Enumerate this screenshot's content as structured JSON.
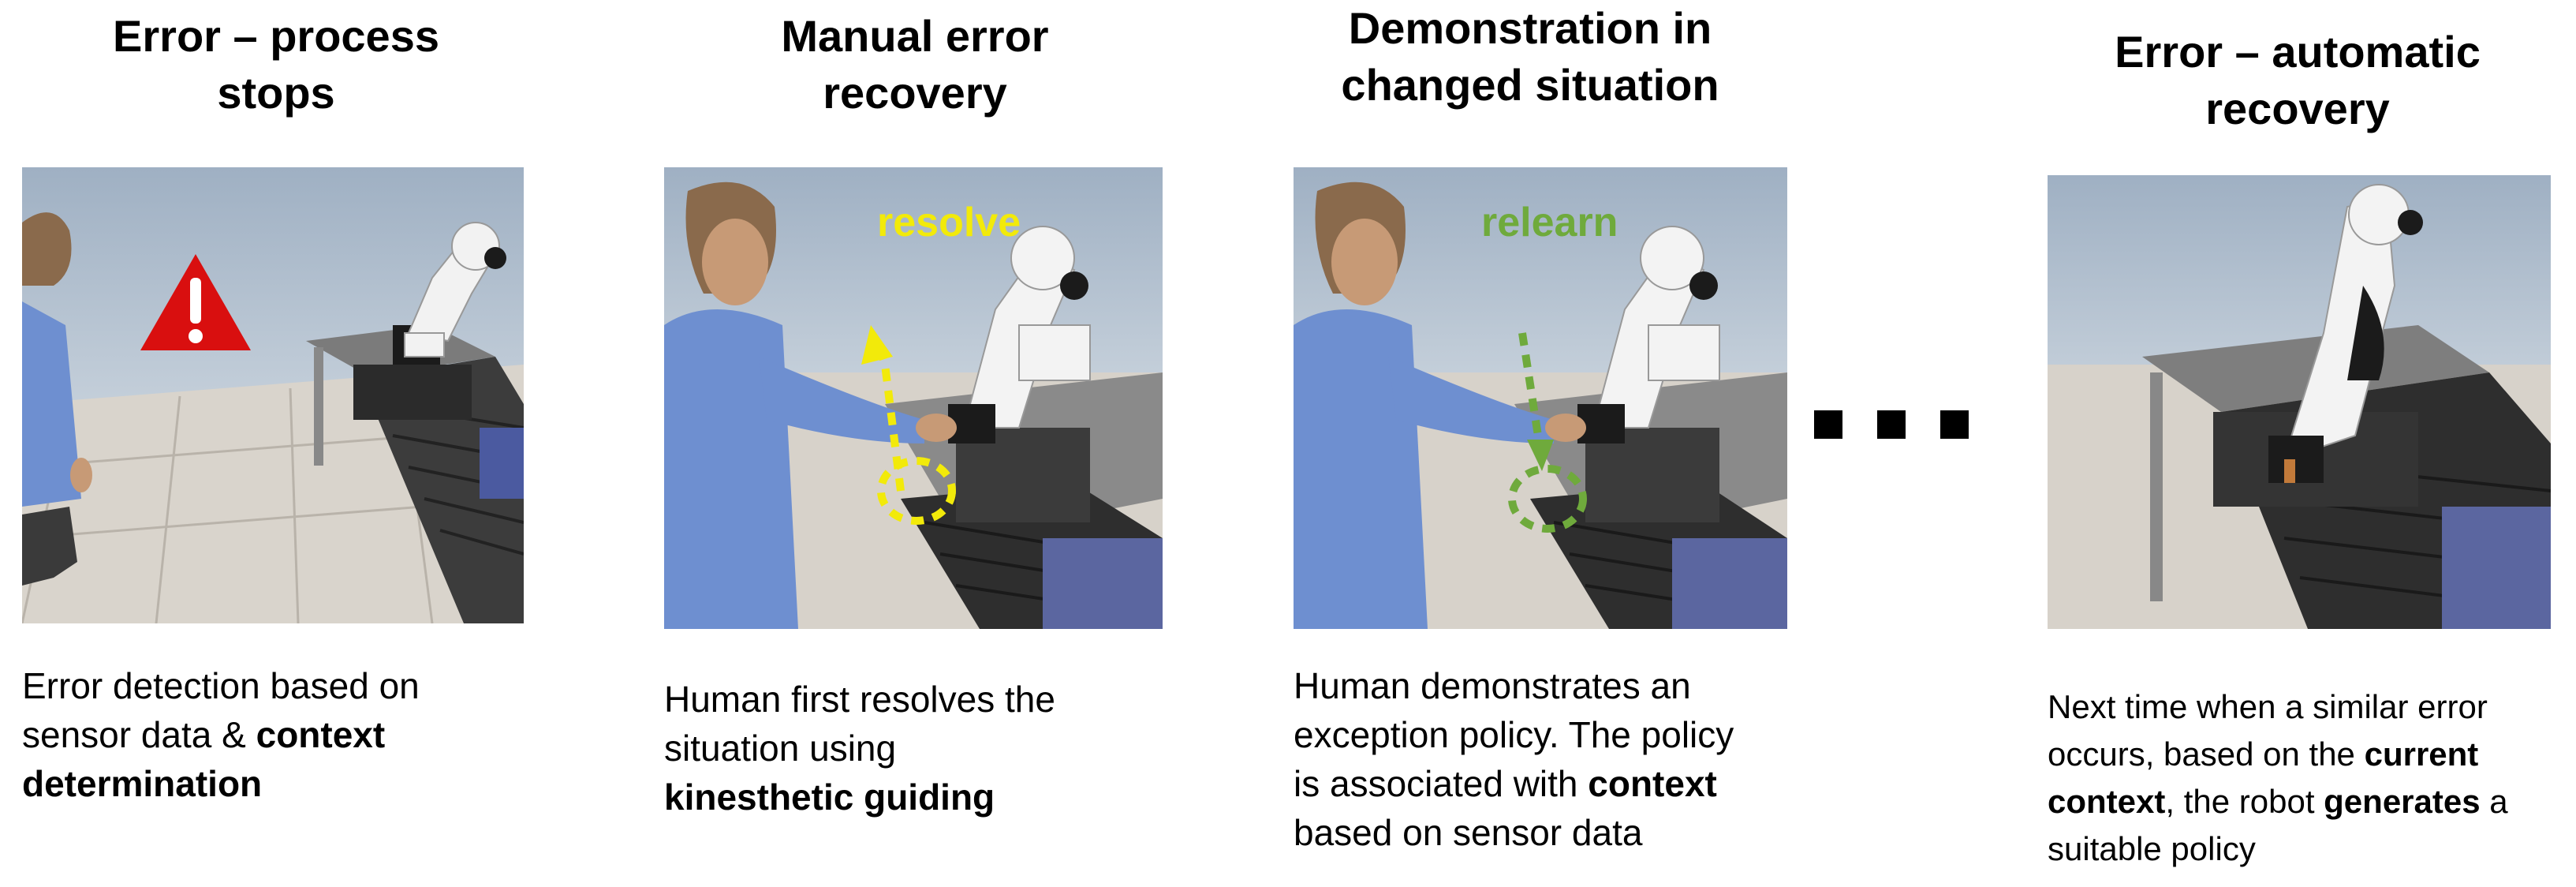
{
  "panels": [
    {
      "title_lines": [
        "Error – process",
        "stops"
      ],
      "overlay": "",
      "desc_lines": [
        [
          {
            "t": "Error detection based on",
            "b": false
          }
        ],
        [
          {
            "t": "sensor data & ",
            "b": false
          },
          {
            "t": "context",
            "b": true
          }
        ],
        [
          {
            "t": "determination",
            "b": true
          }
        ]
      ]
    },
    {
      "title_lines": [
        "Manual error",
        "recovery"
      ],
      "overlay": "resolve",
      "desc_lines": [
        [
          {
            "t": "Human first resolves the",
            "b": false
          }
        ],
        [
          {
            "t": "situation using",
            "b": false
          }
        ],
        [
          {
            "t": "kinesthetic guiding",
            "b": true
          }
        ]
      ]
    },
    {
      "title_lines": [
        "Demonstration in",
        "changed situation"
      ],
      "overlay": "relearn",
      "desc_lines": [
        [
          {
            "t": "Human demonstrates an",
            "b": false
          }
        ],
        [
          {
            "t": "exception policy. The policy",
            "b": false
          }
        ],
        [
          {
            "t": "is associated with ",
            "b": false
          },
          {
            "t": "context",
            "b": true
          }
        ],
        [
          {
            "t": "based on sensor data",
            "b": false
          }
        ]
      ]
    },
    {
      "title_lines": [
        "Error – automatic",
        "recovery"
      ],
      "overlay": "",
      "desc_lines": [
        [
          {
            "t": "Next time when a similar error",
            "b": false
          }
        ],
        [
          {
            "t": "occurs, based on the ",
            "b": false
          },
          {
            "t": "current",
            "b": true
          }
        ],
        [
          {
            "t": "context",
            "b": true
          },
          {
            "t": ", the robot ",
            "b": false
          },
          {
            "t": "generates",
            "b": true
          },
          {
            "t": " a",
            "b": false
          }
        ],
        [
          {
            "t": "suitable policy",
            "b": false
          }
        ]
      ]
    }
  ],
  "colors": {
    "resolve": "#f2ea0a",
    "relearn": "#6faa3c",
    "warning": "#d90f0f",
    "shirt": "#6e8fd0"
  },
  "icons": [
    "warning-triangle-icon",
    "ellipsis-dots"
  ]
}
